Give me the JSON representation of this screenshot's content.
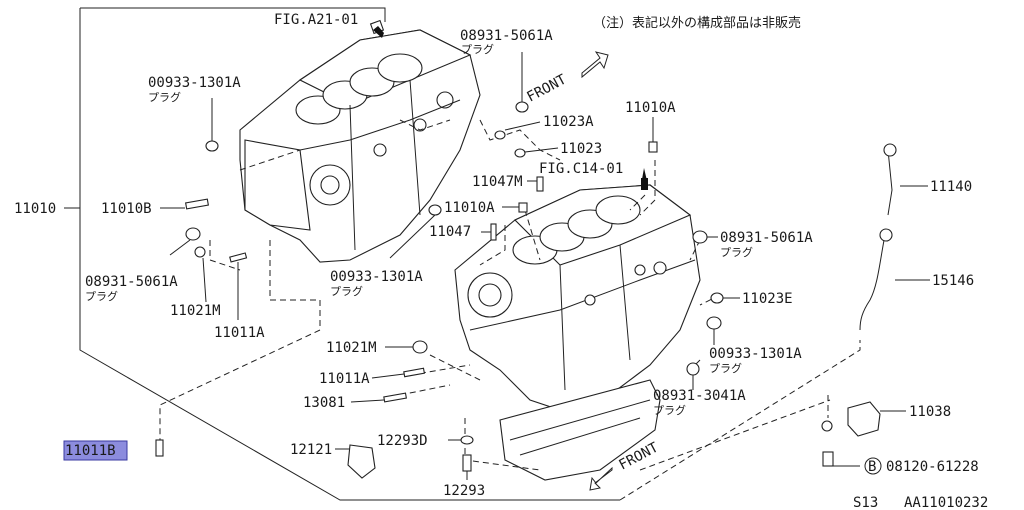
{
  "note": "（注）表記以外の構成部品は非販売",
  "labels": {
    "fig_a21": "FIG.A21-01",
    "p08931_5061A_top": "08931-5061A",
    "plug_jp": "プラグ",
    "front": "FRONT",
    "p00933_1301A_top": "00933-1301A",
    "p11023A": "11023A",
    "p11023": "11023",
    "p11010A_top": "11010A",
    "fig_c14": "FIG.C14-01",
    "p11047M": "11047M",
    "p11010": "11010",
    "p11010B": "11010B",
    "p11010A_mid": "11010A",
    "p11047": "11047",
    "p11140": "11140",
    "p08931_5061A_right": "08931-5061A",
    "p08931_5061A_left": "08931-5061A",
    "p15146": "15146",
    "p00933_1301A_mid": "00933-1301A",
    "p11021M_left": "11021M",
    "p11023E": "11023E",
    "p11011A_left": "11011A",
    "p11021M_mid": "11021M",
    "p00933_1301A_right": "00933-1301A",
    "p11011A_mid": "11011A",
    "p13081": "13081",
    "p08931_3041A": "08931-3041A",
    "p11038": "11038",
    "p11011B": "11011B",
    "p12121": "12121",
    "p12293D": "12293D",
    "front_bottom": "FRONT",
    "bolt_marker": "B",
    "p08120_61228": "08120-61228",
    "p12293": "12293",
    "footer_s13": "S13",
    "footer_code": "AA11010232"
  }
}
